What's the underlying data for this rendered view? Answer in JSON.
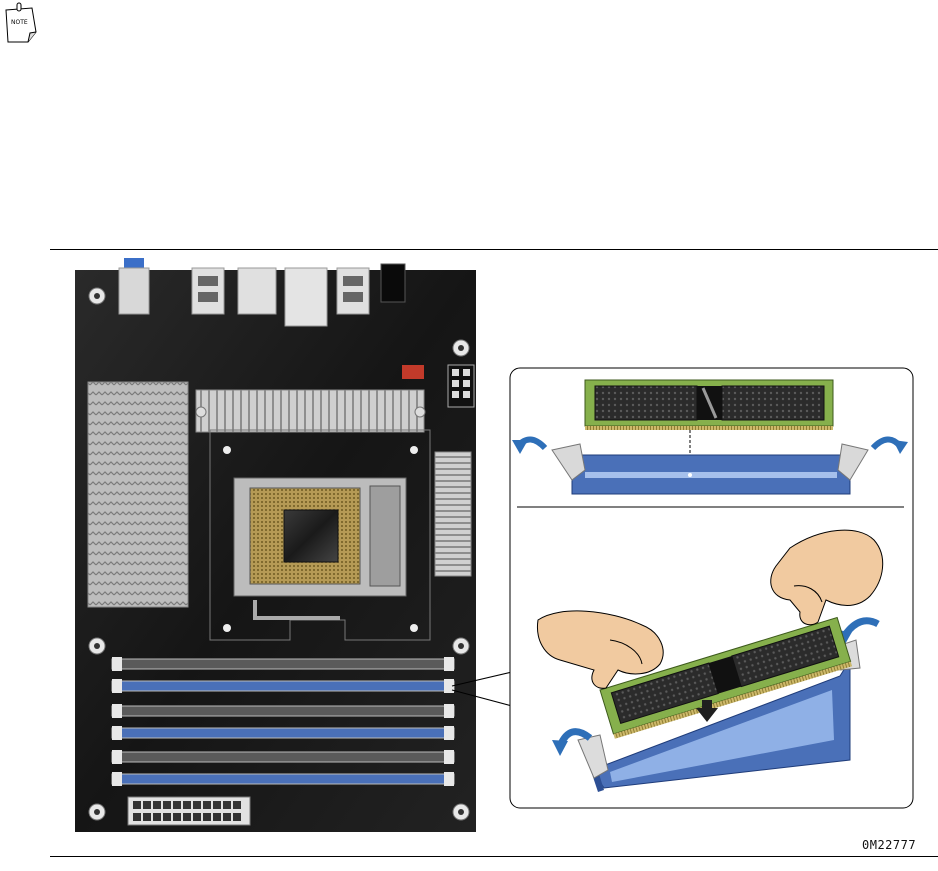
{
  "note_icon": {
    "label": "NOTE",
    "icon": "note-paper-icon"
  },
  "figure": {
    "id": "0M22777",
    "components": {
      "board": "motherboard",
      "socket": "processor-socket",
      "memory_slots": 6,
      "top_panel": "memory-module-alignment",
      "bottom_panel": "memory-module-insertion"
    },
    "colors": {
      "board": "#1b1b1b",
      "dimm_blue": "#4a70b8",
      "dimm_gray": "#5a5a5a",
      "module_green": "#86b04c",
      "skin": "#f1caa0"
    }
  }
}
